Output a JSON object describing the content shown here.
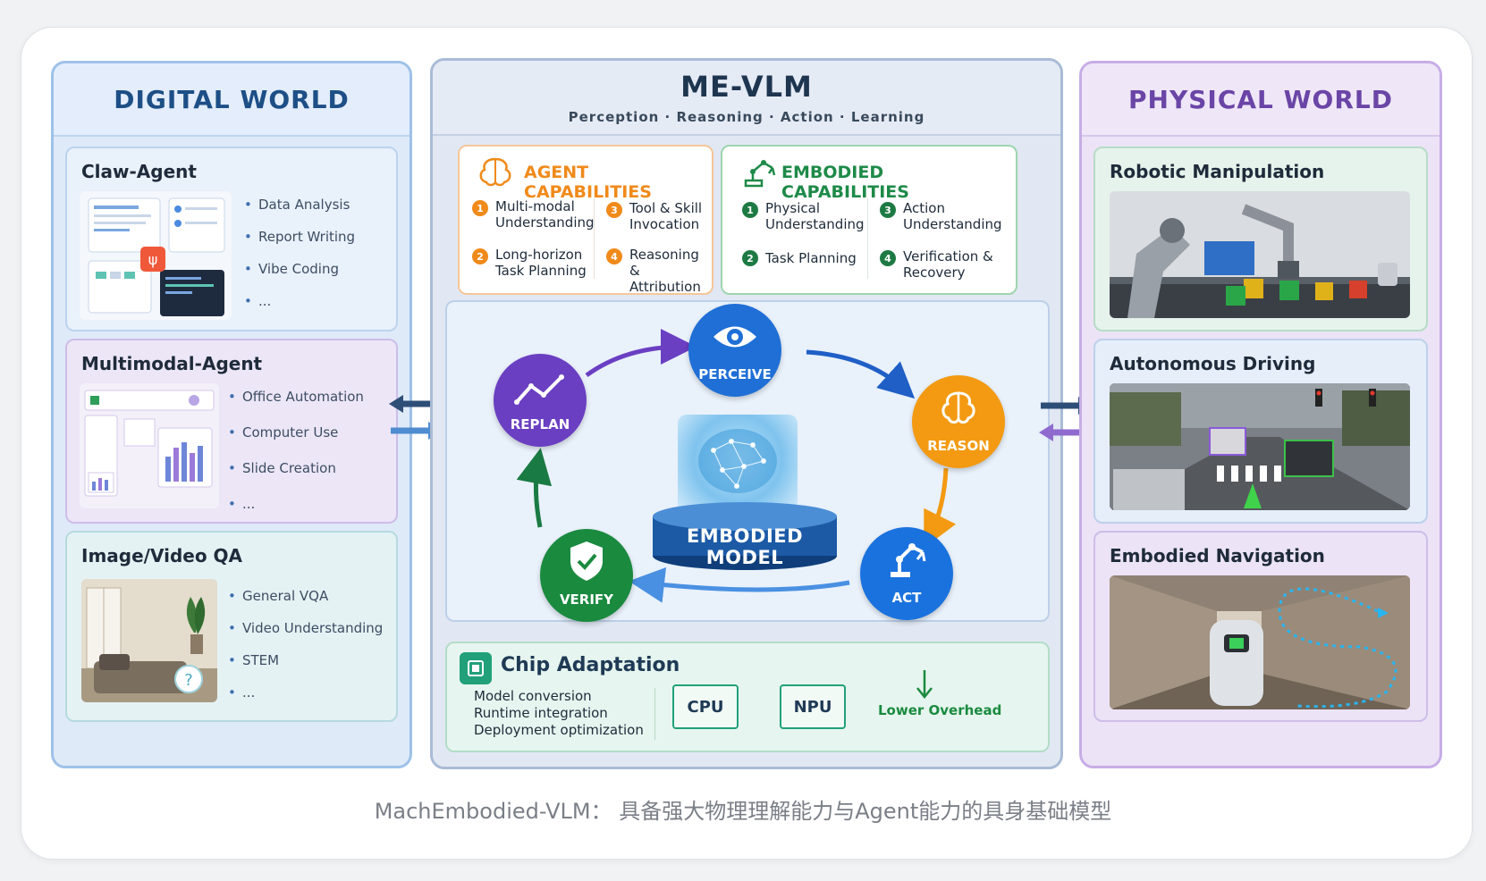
{
  "caption": "MachEmbodied-VLM： 具备强大物理理解能力与Agent能力的具身基础模型",
  "digital_world": {
    "title": "DIGITAL WORLD",
    "cards": [
      {
        "title": "Claw-Agent",
        "items": [
          "Data Analysis",
          "Report Writing",
          "Vibe Coding",
          "..."
        ]
      },
      {
        "title": "Multimodal-Agent",
        "items": [
          "Office Automation",
          "Computer Use",
          "Slide Creation",
          "..."
        ]
      },
      {
        "title": "Image/Video QA",
        "items": [
          "General VQA",
          "Video Understanding",
          "STEM",
          "..."
        ],
        "badge": "?"
      }
    ]
  },
  "me_vlm": {
    "title": "ME-VLM",
    "subtitle": "Perception · Reasoning · Action · Learning",
    "agent_capabilities": {
      "title": "AGENT CAPABILITIES",
      "items": [
        {
          "num": "1",
          "text": [
            "Multi-modal",
            "Understanding"
          ]
        },
        {
          "num": "2",
          "text": [
            "Long-horizon",
            "Task Planning"
          ]
        },
        {
          "num": "3",
          "text": [
            "Tool & Skill",
            "Invocation"
          ]
        },
        {
          "num": "4",
          "text": [
            "Reasoning &",
            "Attribution"
          ]
        }
      ]
    },
    "embodied_capabilities": {
      "title": "EMBODIED CAPABILITIES",
      "items": [
        {
          "num": "1",
          "text": [
            "Physical",
            "Understanding"
          ]
        },
        {
          "num": "2",
          "text": [
            "Task Planning"
          ]
        },
        {
          "num": "3",
          "text": [
            "Action",
            "Understanding"
          ]
        },
        {
          "num": "4",
          "text": [
            "Verification &",
            "Recovery"
          ]
        }
      ]
    },
    "loop": {
      "perceive": "PERCEIVE",
      "reason": "REASON",
      "act": "ACT",
      "verify": "VERIFY",
      "replan": "REPLAN",
      "center": "EMBODIED MODEL"
    },
    "chip": {
      "title": "Chip Adaptation",
      "lines": [
        "Model conversion",
        "Runtime integration",
        "Deployment optimization"
      ],
      "cpu": "CPU",
      "npu": "NPU",
      "overhead": "Lower Overhead"
    },
    "colors": {
      "perceive": "#1f6fd6",
      "reason": "#f39a12",
      "act": "#1a72de",
      "verify": "#1a8a3f",
      "replan": "#6a3fc2"
    }
  },
  "physical_world": {
    "title": "PHYSICAL WORLD",
    "cards": [
      {
        "title": "Robotic Manipulation"
      },
      {
        "title": "Autonomous Driving"
      },
      {
        "title": "Embodied Navigation"
      }
    ]
  }
}
